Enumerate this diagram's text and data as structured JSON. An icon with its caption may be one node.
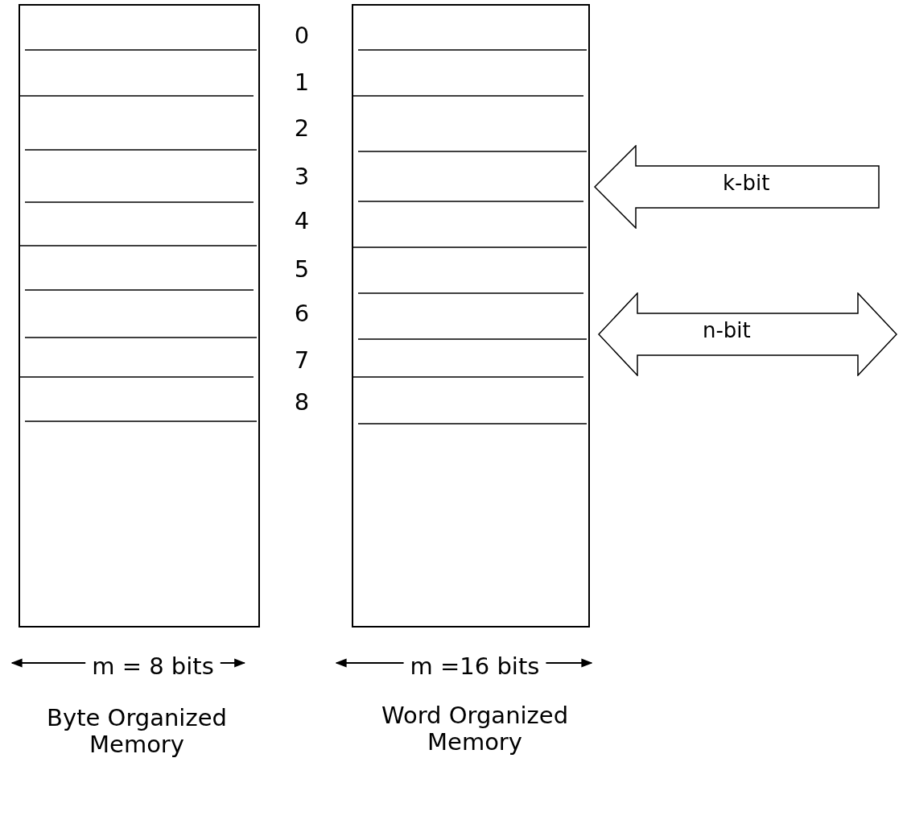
{
  "diagram": {
    "nodes": [
      {
        "text": [],
        "shape": "box"
      },
      {
        "text": [],
        "shape": "box"
      },
      {
        "text": [
          "k-bit"
        ]
      },
      {
        "text": [
          "n-bit"
        ]
      }
    ],
    "labels": [
      "0",
      "1",
      "2",
      "3",
      "4",
      "5",
      "6",
      "7",
      "8",
      "m = 8 bits",
      "m =16 bits",
      "Byte Organized Memory",
      "Word Organized Memory"
    ]
  }
}
